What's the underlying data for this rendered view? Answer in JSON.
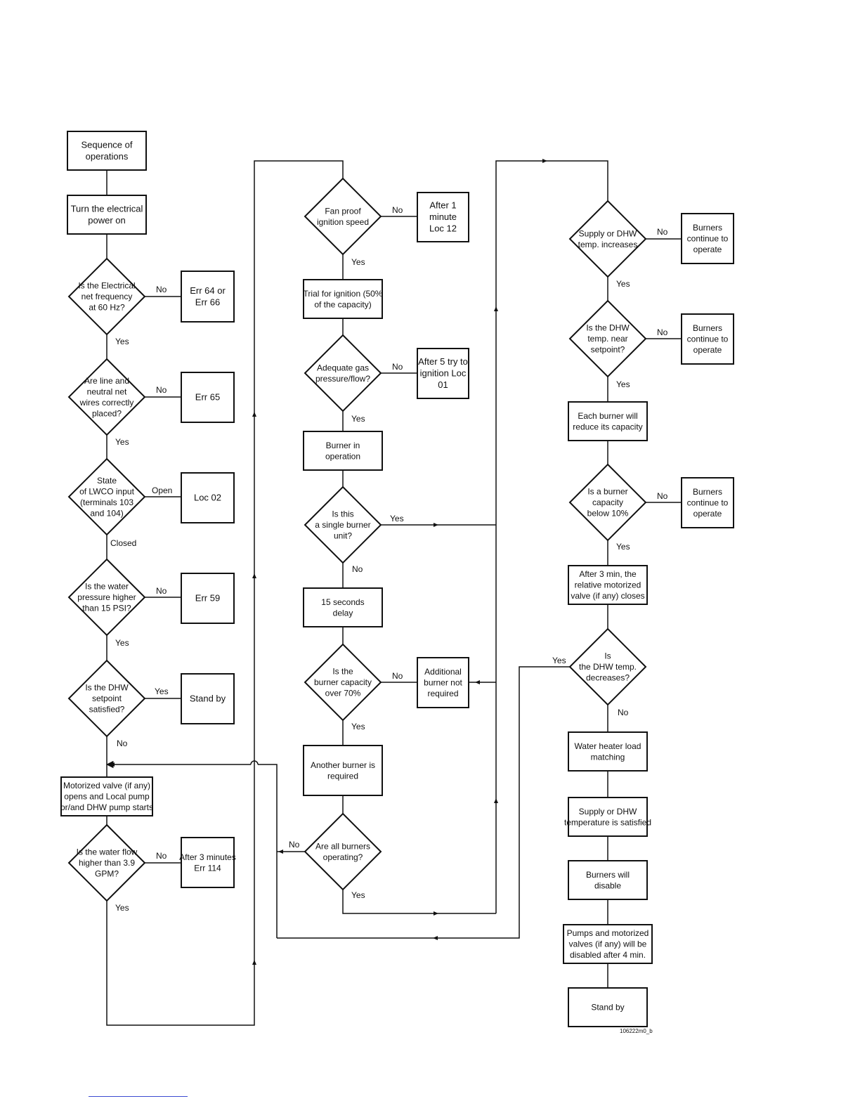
{
  "diagram": {
    "nodes": [
      {
        "id": "start",
        "lines": [
          "Sequence of",
          "operations"
        ]
      },
      {
        "id": "power_on",
        "lines": [
          "Turn the electrical",
          "power on"
        ]
      },
      {
        "id": "q_freq",
        "lines": [
          "Is the Electrical",
          "net frequency",
          "at 60 Hz?"
        ]
      },
      {
        "id": "err64",
        "lines": [
          "Err 64 or",
          "Err 66"
        ]
      },
      {
        "id": "q_line",
        "lines": [
          "Are line and",
          "neutral net",
          "wires correctly",
          "placed?"
        ]
      },
      {
        "id": "err65",
        "lines": [
          "Err 65"
        ]
      },
      {
        "id": "q_lwco",
        "lines": [
          "State",
          "of LWCO input",
          "(terminals 103",
          "and 104)"
        ]
      },
      {
        "id": "loc02",
        "lines": [
          "Loc 02"
        ]
      },
      {
        "id": "q_pressure",
        "lines": [
          "Is the water",
          "pressure higher",
          "than 15 PSI?"
        ]
      },
      {
        "id": "err59",
        "lines": [
          "Err 59"
        ]
      },
      {
        "id": "q_dhw_sp",
        "lines": [
          "Is the DHW",
          "setpoint",
          "satisfied?"
        ]
      },
      {
        "id": "standby1",
        "lines": [
          "Stand by"
        ]
      },
      {
        "id": "valve_opens",
        "lines": [
          "Motorized valve (if any)",
          "opens and Local pump",
          "or/and  DHW pump starts"
        ]
      },
      {
        "id": "q_flow",
        "lines": [
          "Is the water flow",
          "higher than 3.9",
          "GPM?"
        ]
      },
      {
        "id": "err114",
        "lines": [
          "After 3 minutes",
          "Err 114"
        ]
      },
      {
        "id": "q_fan",
        "lines": [
          "Fan proof",
          "ignition speed"
        ]
      },
      {
        "id": "loc12",
        "lines": [
          "After 1",
          "minute",
          "Loc 12"
        ]
      },
      {
        "id": "trial",
        "lines": [
          "Trial for ignition (50%",
          "of the capacity)"
        ]
      },
      {
        "id": "q_gas",
        "lines": [
          "Adequate gas",
          "pressure/flow?"
        ]
      },
      {
        "id": "loc01",
        "lines": [
          "After 5 try to",
          "ignition Loc",
          "01"
        ]
      },
      {
        "id": "in_op",
        "lines": [
          "Burner in",
          "operation"
        ]
      },
      {
        "id": "q_single",
        "lines": [
          "Is this",
          "a  single burner",
          "unit?"
        ]
      },
      {
        "id": "delay15",
        "lines": [
          "15 seconds",
          "delay"
        ]
      },
      {
        "id": "q_cap70",
        "lines": [
          "Is the",
          "burner capacity",
          "over 70%"
        ]
      },
      {
        "id": "add_not_req",
        "lines": [
          "Additional",
          "burner not",
          "required"
        ]
      },
      {
        "id": "another",
        "lines": [
          "Another burner is",
          "required"
        ]
      },
      {
        "id": "q_all",
        "lines": [
          "Are all burners",
          "operating?"
        ]
      },
      {
        "id": "q_temp_inc",
        "lines": [
          "Supply or DHW",
          "temp. increases"
        ]
      },
      {
        "id": "cont1",
        "lines": [
          "Burners",
          "continue to",
          "operate"
        ]
      },
      {
        "id": "q_near",
        "lines": [
          "Is the DHW",
          "temp. near",
          "setpoint?"
        ]
      },
      {
        "id": "cont2",
        "lines": [
          "Burners",
          "continue to",
          "operate"
        ]
      },
      {
        "id": "reduce",
        "lines": [
          "Each burner will",
          "reduce its capacity"
        ]
      },
      {
        "id": "q_below10",
        "lines": [
          "Is a burner",
          "capacity",
          "below 10%"
        ]
      },
      {
        "id": "cont3",
        "lines": [
          "Burners",
          "continue to",
          "operate"
        ]
      },
      {
        "id": "after3min",
        "lines": [
          "After 3 min, the",
          "relative motorized",
          "valve (if any) closes"
        ]
      },
      {
        "id": "q_decreases",
        "lines": [
          "Is",
          "the DHW temp.",
          "decreases?"
        ]
      },
      {
        "id": "load_match",
        "lines": [
          "Water heater load",
          "matching"
        ]
      },
      {
        "id": "satisfied",
        "lines": [
          "Supply or DHW",
          "temperature is satisfied"
        ]
      },
      {
        "id": "disable",
        "lines": [
          "Burners will",
          "disable"
        ]
      },
      {
        "id": "pumps_off",
        "lines": [
          "Pumps and motorized",
          "valves (if any) will be",
          "disabled after 4 min."
        ]
      },
      {
        "id": "standby2",
        "lines": [
          "Stand by"
        ]
      }
    ],
    "edge_labels": [
      {
        "id": "freq_no",
        "text": "No"
      },
      {
        "id": "freq_yes",
        "text": "Yes"
      },
      {
        "id": "line_no",
        "text": "No"
      },
      {
        "id": "line_yes",
        "text": "Yes"
      },
      {
        "id": "lwco_open",
        "text": "Open"
      },
      {
        "id": "lwco_closed",
        "text": "Closed"
      },
      {
        "id": "pressure_no",
        "text": "No"
      },
      {
        "id": "pressure_yes",
        "text": "Yes"
      },
      {
        "id": "dhw_sp_yes",
        "text": "Yes"
      },
      {
        "id": "dhw_sp_no",
        "text": "No"
      },
      {
        "id": "flow_no",
        "text": "No"
      },
      {
        "id": "flow_yes",
        "text": "Yes"
      },
      {
        "id": "fan_no",
        "text": "No"
      },
      {
        "id": "fan_yes",
        "text": "Yes"
      },
      {
        "id": "gas_no",
        "text": "No"
      },
      {
        "id": "gas_yes",
        "text": "Yes"
      },
      {
        "id": "single_yes",
        "text": "Yes"
      },
      {
        "id": "single_no",
        "text": "No"
      },
      {
        "id": "cap70_no",
        "text": "No"
      },
      {
        "id": "cap70_yes",
        "text": "Yes"
      },
      {
        "id": "all_no",
        "text": "No"
      },
      {
        "id": "all_yes",
        "text": "Yes"
      },
      {
        "id": "inc_no",
        "text": "No"
      },
      {
        "id": "inc_yes",
        "text": "Yes"
      },
      {
        "id": "near_no",
        "text": "No"
      },
      {
        "id": "near_yes",
        "text": "Yes"
      },
      {
        "id": "below10_no",
        "text": "No"
      },
      {
        "id": "below10_yes",
        "text": "Yes"
      },
      {
        "id": "dec_yes",
        "text": "Yes"
      },
      {
        "id": "dec_no",
        "text": "No"
      }
    ],
    "footnote": "106222m0_b"
  }
}
